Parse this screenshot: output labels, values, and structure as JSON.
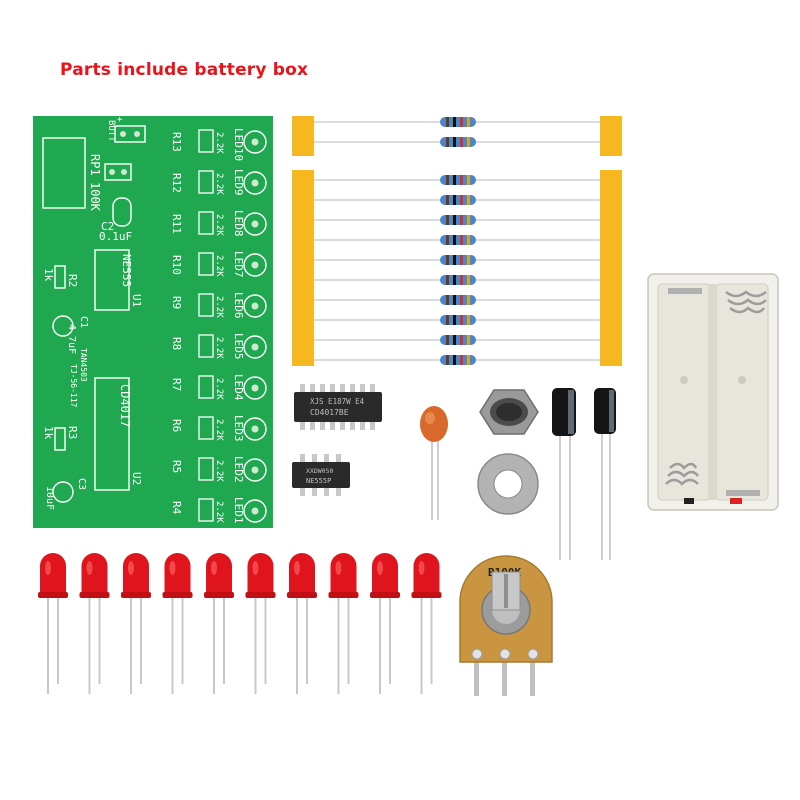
{
  "headline": "Parts include battery box",
  "pcb": {
    "color": "#1fa84f",
    "silk_color": "#ffffff",
    "labels": {
      "butt": "BUTT",
      "rp1": "RP1",
      "rp1_value": "100K",
      "c2": "C2",
      "c2_value": "0.1uF",
      "r2": "R2",
      "r2_value": "1k",
      "ic1": "NE555",
      "u1": "U1",
      "c1": "C1",
      "c1_value": "4.7uF",
      "credit_1": "TAN4503",
      "credit_2": "TJ-56-117",
      "ic2": "CD4017",
      "u2": "U2",
      "r3": "R3",
      "r3_value": "1k",
      "c3": "C3",
      "c3_value": "10uF",
      "resistor_value": "2.2K"
    },
    "resistor_refs": [
      "R13",
      "R12",
      "R11",
      "R10",
      "R9",
      "R8",
      "R7",
      "R6",
      "R5",
      "R4"
    ],
    "led_refs": [
      "LED10",
      "LED9",
      "LED8",
      "LED7",
      "LED6",
      "LED5",
      "LED4",
      "LED3",
      "LED2",
      "LED1"
    ]
  },
  "chips": {
    "cd4017": {
      "line1": "XJS E187W E4",
      "line2": "CD4017BE"
    },
    "ne555": {
      "line1": "XXDW050",
      "line2": "NE555P"
    }
  },
  "potentiometer": {
    "label": "B100K"
  },
  "counts": {
    "resistors": 12,
    "leds": 10
  },
  "colors": {
    "tape": "#f5b820",
    "resistor_body": "#4a86c8",
    "led": "#e0141c",
    "capacitor": "#d8692a",
    "battery_box": "#f2f0ea"
  }
}
